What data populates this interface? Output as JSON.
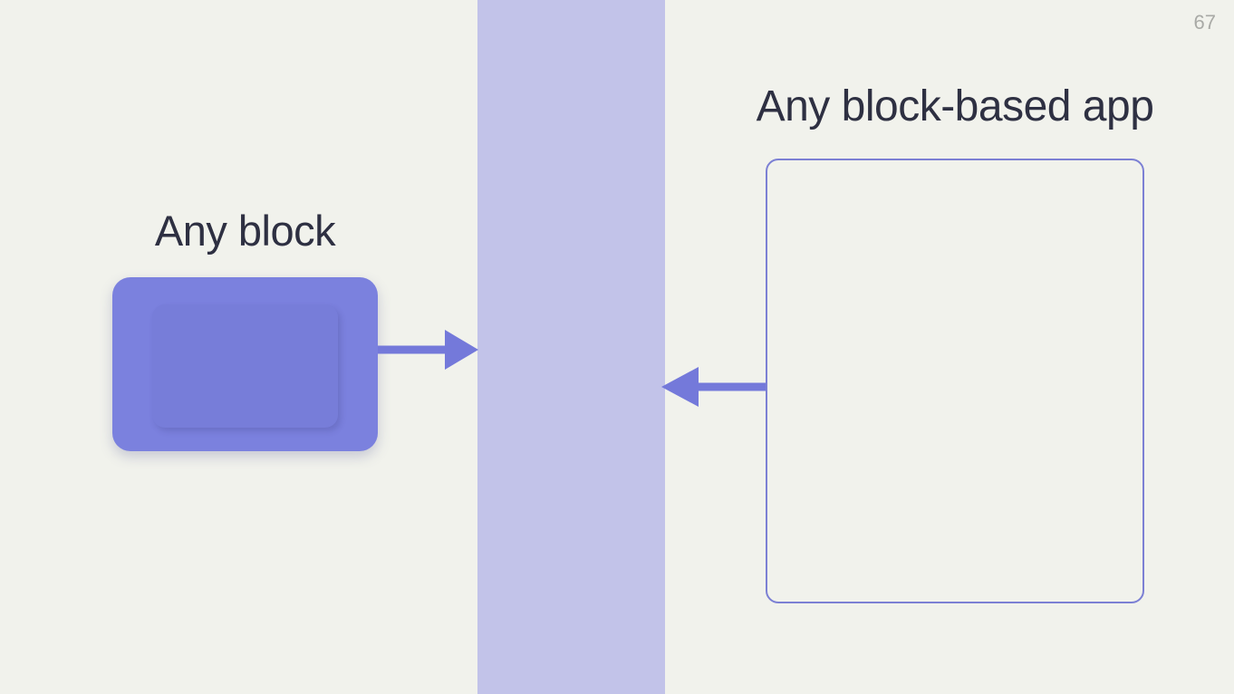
{
  "slide": {
    "page_number": "67"
  },
  "left": {
    "label": "Any block"
  },
  "right": {
    "label": "Any block-based app"
  },
  "colors": {
    "background": "#f1f2ec",
    "band": "#c2c3e9",
    "block_fill": "#7b81de",
    "block_inner_fill": "#777dd9",
    "arrow": "#7479da",
    "box_border": "#7c80d4",
    "heading_text": "#2e3042",
    "page_number_text": "#a9aaa6"
  }
}
